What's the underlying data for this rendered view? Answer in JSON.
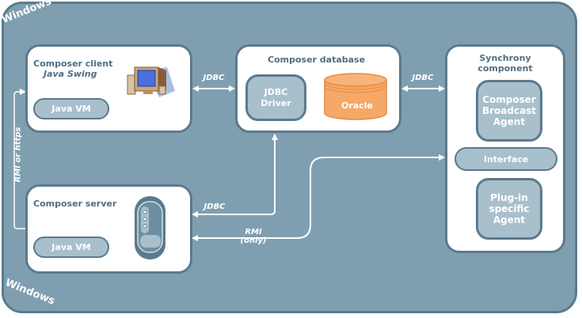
{
  "environment": {
    "top_label": "Windows",
    "bottom_label": "Windows"
  },
  "client": {
    "title": "Composer client",
    "subtitle": "Java Swing",
    "runtime": "Java VM",
    "icon": "desktop-computer-icon"
  },
  "database": {
    "title": "Composer database",
    "driver": "JDBC\nDriver",
    "driver_lines": [
      "JDBC",
      "Driver"
    ],
    "db": "Oracle",
    "db_color": "#f5a868"
  },
  "synchrony": {
    "title_lines": [
      "Synchrony",
      "component"
    ],
    "broadcast_agent_lines": [
      "Composer",
      "Broadcast",
      "Agent"
    ],
    "interface": "Interface",
    "plugin_agent_lines": [
      "Plug-in",
      "specific",
      "Agent"
    ]
  },
  "server": {
    "title": "Composer server",
    "runtime": "Java VM",
    "icon": "server-tower-icon"
  },
  "connections": {
    "client_db": "JDBC",
    "db_sync": "JDBC",
    "server_db": "JDBC",
    "server_sync_line1": "RMI",
    "server_sync_line2": "(only)",
    "client_server": "RMI or https"
  },
  "colors": {
    "frame": "#7f9fb0",
    "border": "#5b7a8e",
    "pill": "#a8bfcc",
    "title_text": "#4f6e82",
    "oracle": "#f5a868"
  }
}
